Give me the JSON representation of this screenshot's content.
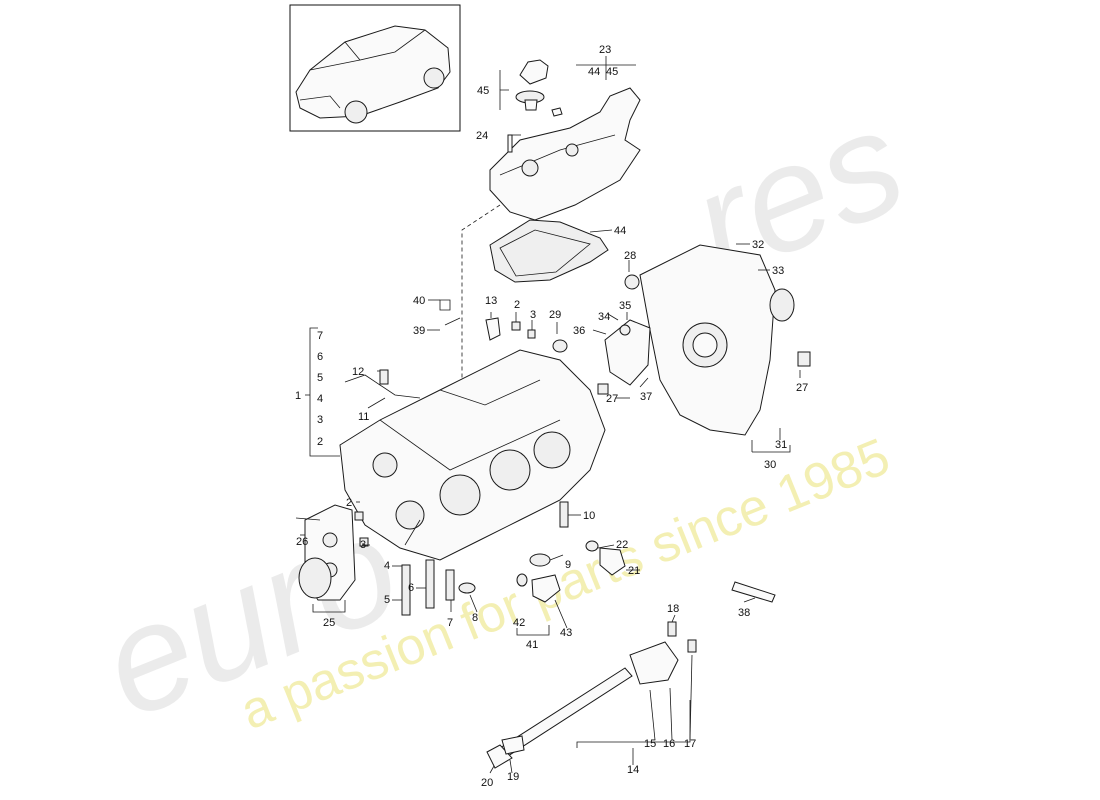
{
  "watermark": {
    "brand": "euro",
    "brand_tail": "res",
    "tagline": "a passion for parts since 1985"
  },
  "callouts": [
    {
      "id": "c1",
      "label": "1"
    },
    {
      "id": "c2a",
      "label": "2"
    },
    {
      "id": "c2b",
      "label": "2"
    },
    {
      "id": "c2c",
      "label": "2"
    },
    {
      "id": "c3a",
      "label": "3"
    },
    {
      "id": "c3b",
      "label": "3"
    },
    {
      "id": "c3c",
      "label": "3"
    },
    {
      "id": "c4a",
      "label": "4"
    },
    {
      "id": "c4b",
      "label": "4"
    },
    {
      "id": "c5a",
      "label": "5"
    },
    {
      "id": "c5b",
      "label": "5"
    },
    {
      "id": "c6a",
      "label": "6"
    },
    {
      "id": "c6b",
      "label": "6"
    },
    {
      "id": "c7a",
      "label": "7"
    },
    {
      "id": "c7b",
      "label": "7"
    },
    {
      "id": "c8",
      "label": "8"
    },
    {
      "id": "c9",
      "label": "9"
    },
    {
      "id": "c10",
      "label": "10"
    },
    {
      "id": "c11",
      "label": "11"
    },
    {
      "id": "c12",
      "label": "12"
    },
    {
      "id": "c13",
      "label": "13"
    },
    {
      "id": "c14",
      "label": "14"
    },
    {
      "id": "c15",
      "label": "15"
    },
    {
      "id": "c16",
      "label": "16"
    },
    {
      "id": "c17",
      "label": "17"
    },
    {
      "id": "c18",
      "label": "18"
    },
    {
      "id": "c19",
      "label": "19"
    },
    {
      "id": "c20",
      "label": "20"
    },
    {
      "id": "c21",
      "label": "21"
    },
    {
      "id": "c22",
      "label": "22"
    },
    {
      "id": "c23",
      "label": "23"
    },
    {
      "id": "c24",
      "label": "24"
    },
    {
      "id": "c25",
      "label": "25"
    },
    {
      "id": "c26",
      "label": "26"
    },
    {
      "id": "c27a",
      "label": "27"
    },
    {
      "id": "c27b",
      "label": "27"
    },
    {
      "id": "c28",
      "label": "28"
    },
    {
      "id": "c29",
      "label": "29"
    },
    {
      "id": "c30",
      "label": "30"
    },
    {
      "id": "c31",
      "label": "31"
    },
    {
      "id": "c32",
      "label": "32"
    },
    {
      "id": "c33",
      "label": "33"
    },
    {
      "id": "c34",
      "label": "34"
    },
    {
      "id": "c35",
      "label": "35"
    },
    {
      "id": "c36",
      "label": "36"
    },
    {
      "id": "c37",
      "label": "37"
    },
    {
      "id": "c38",
      "label": "38"
    },
    {
      "id": "c39",
      "label": "39"
    },
    {
      "id": "c40",
      "label": "40"
    },
    {
      "id": "c41",
      "label": "41"
    },
    {
      "id": "c42",
      "label": "42"
    },
    {
      "id": "c43",
      "label": "43"
    },
    {
      "id": "c44a",
      "label": "44"
    },
    {
      "id": "c44b",
      "label": "44"
    },
    {
      "id": "c45a",
      "label": "45"
    },
    {
      "id": "c45b",
      "label": "45"
    }
  ]
}
